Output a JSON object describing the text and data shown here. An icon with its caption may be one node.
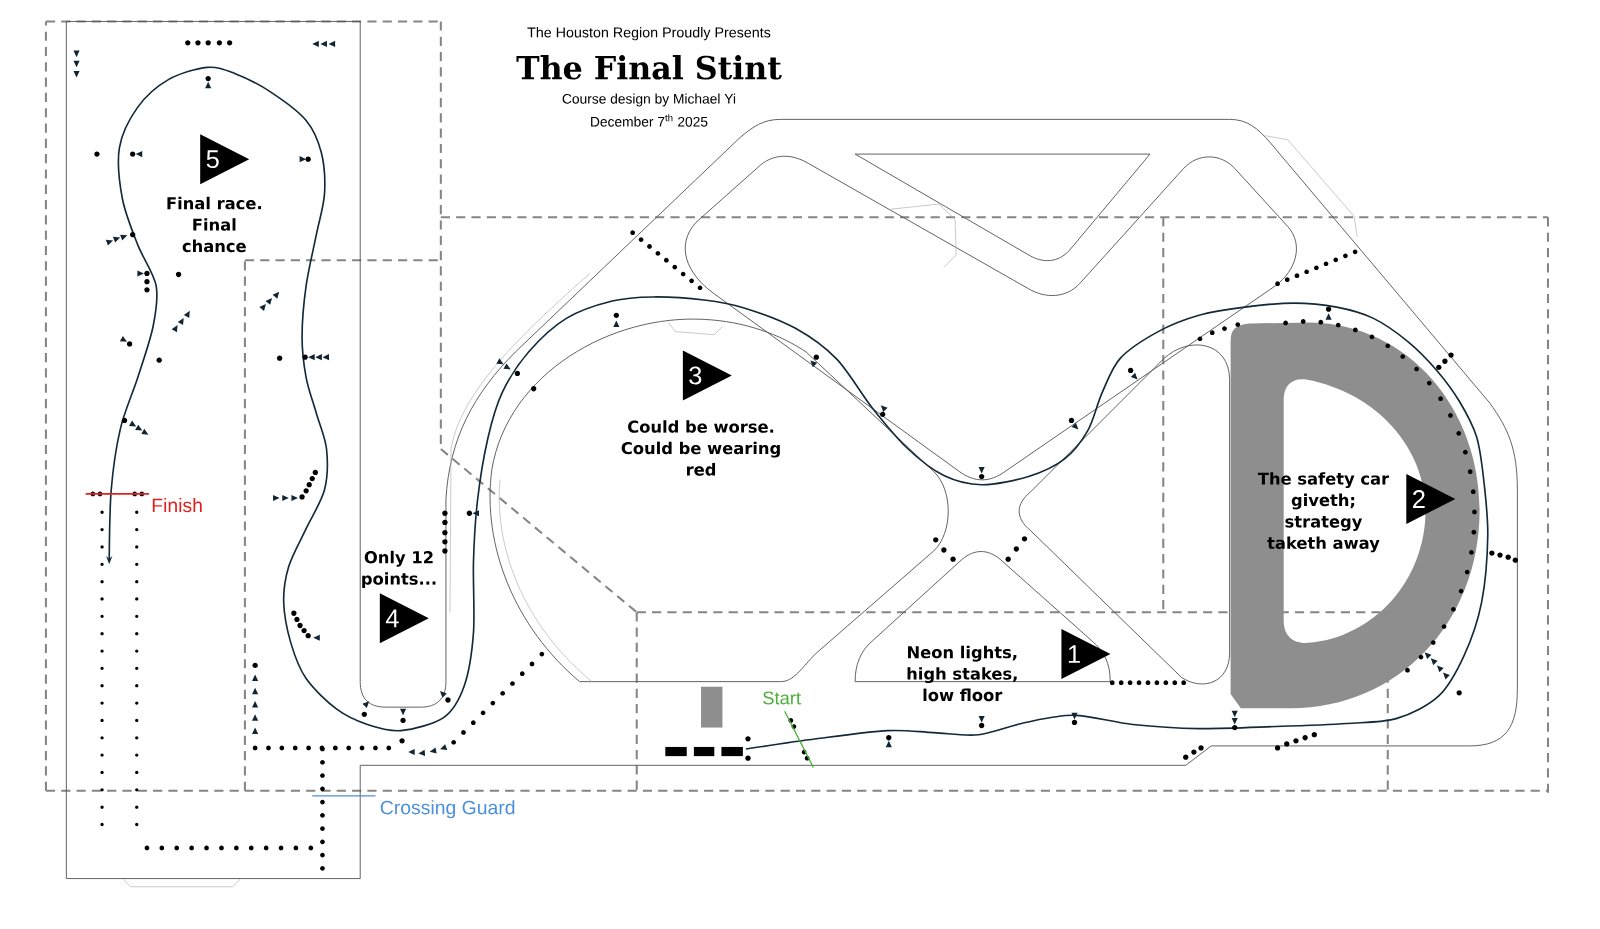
{
  "diagram": {
    "title": "The Final Stint",
    "nodes": [
      {
        "text": [
          "1"
        ],
        "beside": [
          "Neon lights, high stakes, low floor"
        ]
      },
      {
        "text": [
          "2"
        ],
        "beside": [
          "The safety car giveth; strategy taketh away"
        ]
      },
      {
        "text": [
          "3"
        ],
        "beside": [
          "Could be worse. Could be wearing red"
        ]
      },
      {
        "text": [
          "4"
        ],
        "beside": [
          "Only 12 points..."
        ]
      },
      {
        "text": [
          "5"
        ],
        "beside": [
          "Final race. Final chance"
        ]
      }
    ],
    "labels": [
      "The Houston Region Proudly Presents",
      "Course design by Michael Yi",
      "December 7$^{th}$ 2025",
      "Finish",
      "Start",
      "Crossing Guard"
    ]
  }
}
